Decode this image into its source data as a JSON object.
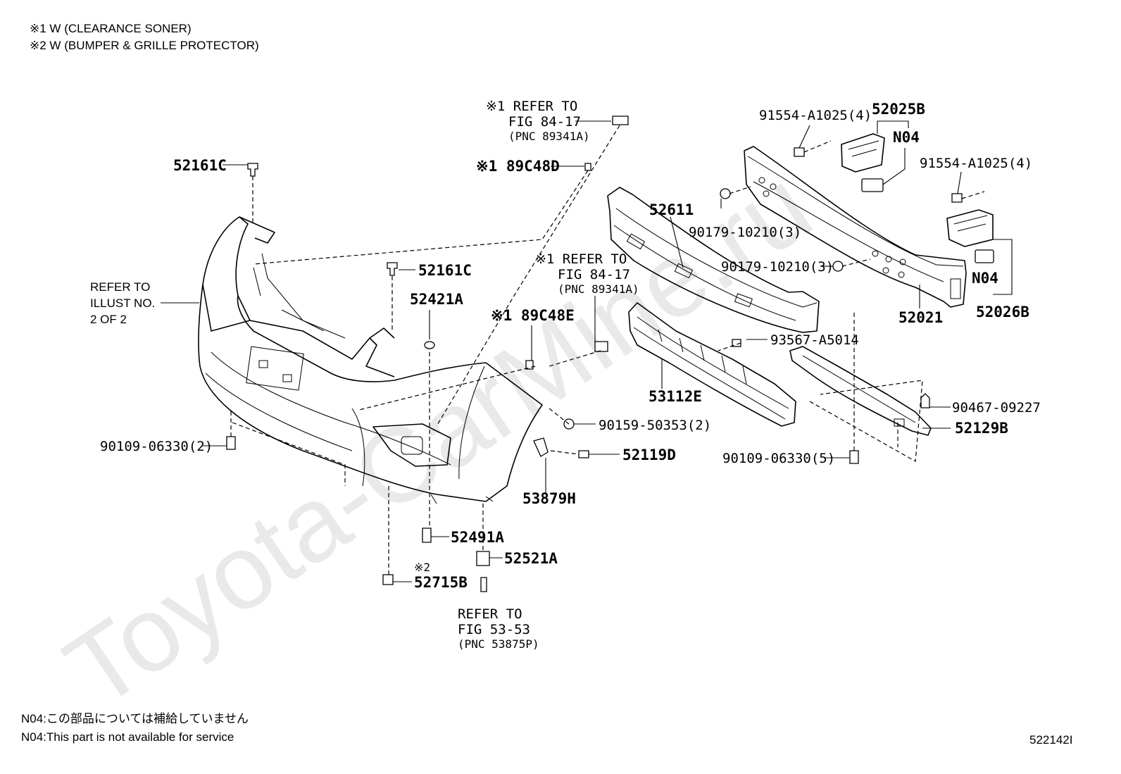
{
  "notes": {
    "w1": "※1 W (CLEARANCE SONER)",
    "w2": "※2 W (BUMPER & GRILLE PROTECTOR)",
    "n04_jp": "N04:この部品については補給していません",
    "n04_en": "N04:This part is not available for service",
    "illust_id": "522142I",
    "watermark": "Toyota-CarMine.ru"
  },
  "refs": {
    "refer_illust": [
      "REFER TO",
      "ILLUST NO.",
      "2 OF 2"
    ],
    "ref_84_17_top": [
      "※1 REFER TO",
      "FIG 84-17",
      "(PNC 89341A)"
    ],
    "ref_84_17_mid": [
      "※1 REFER TO",
      "FIG 84-17",
      "(PNC 89341A)"
    ],
    "ref_53_53": [
      "REFER TO",
      "FIG 53-53",
      "(PNC 53875P)"
    ]
  },
  "parts": {
    "p52161C_top": "52161C",
    "p52161C_mid": "52161C",
    "p89C48D": "※1 89C48D",
    "p89C48E": "※1 89C48E",
    "p52421A": "52421A",
    "p52611": "52611",
    "p90179_a": "90179-10210(3)",
    "p90179_b": "90179-10210(3)",
    "p91554_a": "91554-A1025(4)",
    "p91554_b": "91554-A1025(4)",
    "p52025B": "52025B",
    "pN04_a": "N04",
    "pN04_b": "N04",
    "p52021": "52021",
    "p52026B": "52026B",
    "p93567": "93567-A5014",
    "p53112E": "53112E",
    "p90467": "90467-09227",
    "p52129B": "52129B",
    "p90159": "90159-50353(2)",
    "p52119D": "52119D",
    "p53879H": "53879H",
    "p90109_a": "90109-06330(2)",
    "p90109_b": "90109-06330(5)",
    "p52491A": "52491A",
    "p52521A": "52521A",
    "p52715B": "52715B",
    "p52715B_note": "※2"
  }
}
